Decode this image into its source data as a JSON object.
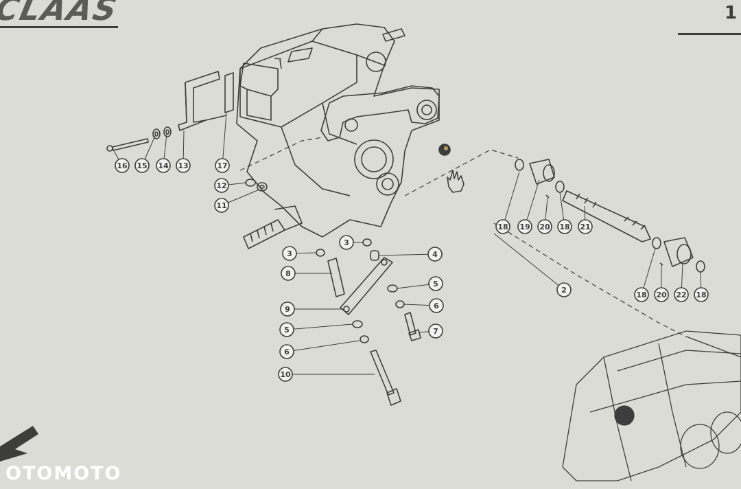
{
  "header": {
    "brand": "CLAAS",
    "page_number": "1"
  },
  "watermark": "OTOMOTO",
  "callouts": [
    "16",
    "15",
    "14",
    "13",
    "17",
    "12",
    "11",
    "3",
    "3",
    "4",
    "8",
    "5",
    "9",
    "6",
    "5",
    "7",
    "6",
    "10",
    "18",
    "19",
    "20",
    "18",
    "21",
    "2",
    "18",
    "20",
    "22",
    "18"
  ],
  "colors": {
    "paper": "#dcdcd6",
    "ink": "#3d3d3b",
    "callout_fill": "#f2f2ee"
  }
}
